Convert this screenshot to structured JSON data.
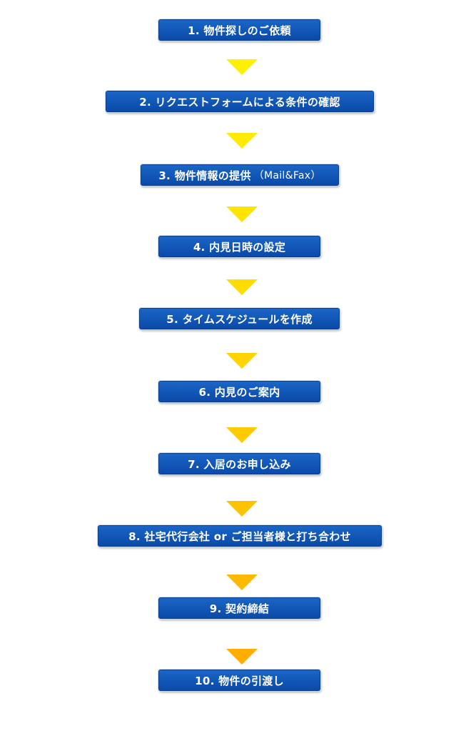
{
  "flow": {
    "steps": [
      {
        "label": "1. 物件探しのご依頼"
      },
      {
        "label": "2. リクエストフォームによる条件の確認"
      },
      {
        "label": "3. 物件情報の提供",
        "suffix": "（Mail&Fax）"
      },
      {
        "label": "4. 内見日時の設定"
      },
      {
        "label": "5. タイムスケジュールを作成"
      },
      {
        "label": "6. 内見のご案内"
      },
      {
        "label": "7. 入居のお申し込み"
      },
      {
        "label": "8. 社宅代行会社 or ご担当者様と打ち合わせ"
      },
      {
        "label": "9. 契約締結"
      },
      {
        "label": "10. 物件の引渡し"
      }
    ],
    "arrow_colors": [
      "#ffef00",
      "#ffea00",
      "#ffe400",
      "#ffdc00",
      "#ffd400",
      "#ffcb00",
      "#ffc200",
      "#ffb900",
      "#ffae00"
    ]
  }
}
